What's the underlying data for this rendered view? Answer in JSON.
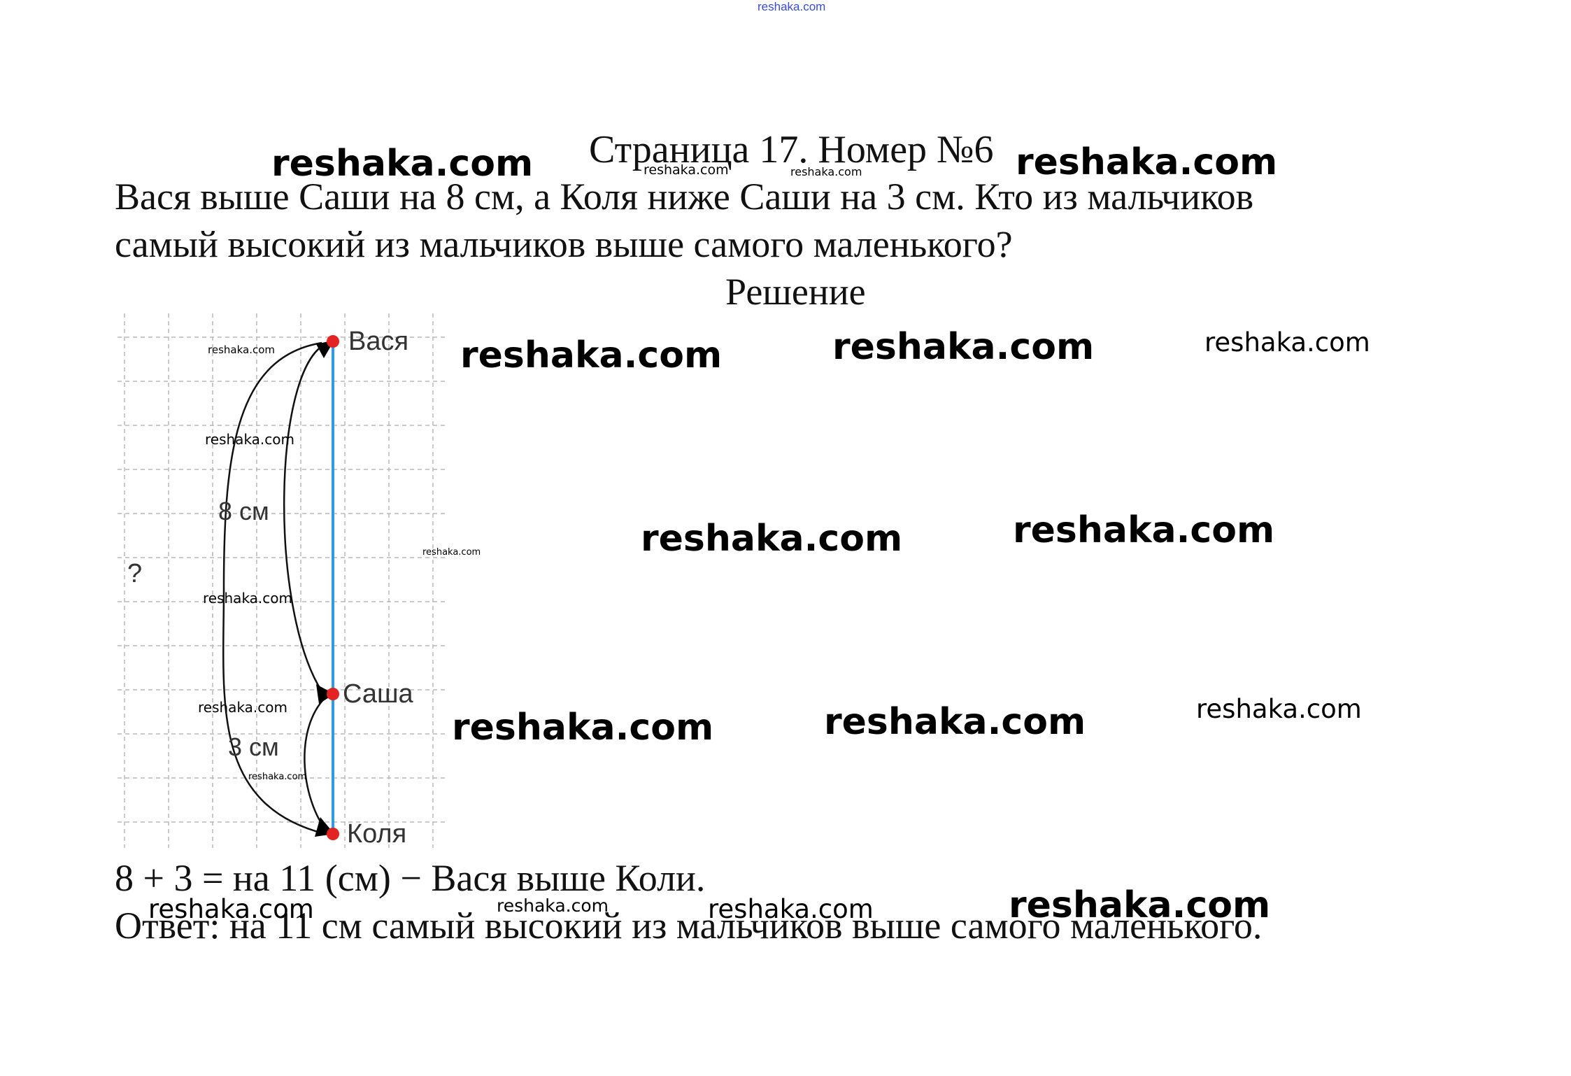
{
  "site_link": "reshaka.com",
  "page": {
    "title": "Страница 17. Номер №6",
    "problem_line1": "Вася выше Саши на 8 см, а Коля ниже Саши на 3 см. Кто из мальчиков",
    "problem_line2": "самый высокий из мальчиков выше самого маленького?",
    "solution_heading": "Решение",
    "calculation": "8 + 3 = на 11 (см) − Вася выше Коли.",
    "answer": "Ответ: на 11 см самый высокий из мальчиков выше самого маленького."
  },
  "diagram": {
    "points": [
      {
        "label": "Вася"
      },
      {
        "label": "Саша"
      },
      {
        "label": "Коля"
      }
    ],
    "segment_labels": {
      "upper": "8 см",
      "lower": "3 см",
      "total": "?"
    },
    "colors": {
      "line": "#2f9be0",
      "point": "#e32222",
      "grid": "#b8b8b8",
      "arrow": "#111111"
    }
  },
  "watermark": "reshaka.com"
}
